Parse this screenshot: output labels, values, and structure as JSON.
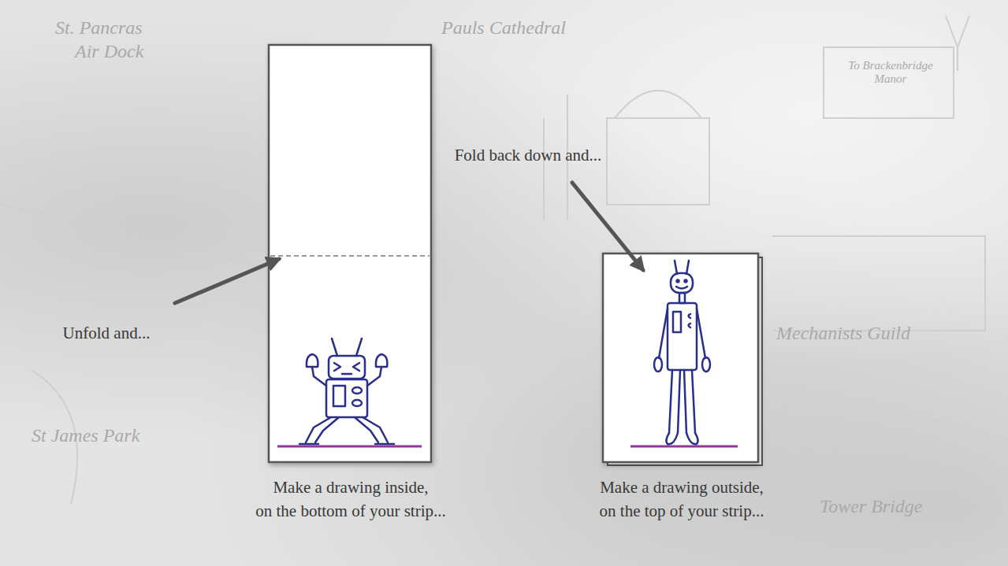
{
  "diagram": {
    "labels": [
      "Unfold and...",
      "Fold back down and...",
      "Make a drawing inside, on the bottom of your strip...",
      "Make a drawing outside, on the top of your strip...",
      "St. Pancras",
      "Air Dock",
      "Pauls Cathedral",
      "To Brackenbridge Manor",
      "Mechanists Guild",
      "St James Park",
      "Tower Bridge"
    ]
  }
}
